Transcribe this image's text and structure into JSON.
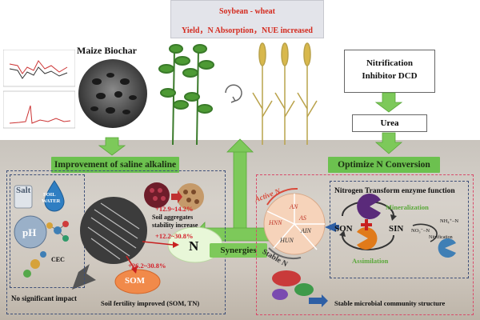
{
  "header": {
    "crop_system": "Soybean - wheat",
    "outcomes": "Yield，N Absorption，NUE increased"
  },
  "biochar": {
    "title": "Maize Biochar"
  },
  "inhibitor": {
    "title_line1": "Nitrification",
    "title_line2": "Inhibitor DCD"
  },
  "urea": {
    "label": "Urea"
  },
  "left_panel": {
    "banner": "Improvement of saline alkaline",
    "salt": "Salt",
    "soil_water_line1": "SOIL",
    "soil_water_line2": "WATER",
    "ph": "pH",
    "cec": "CEC",
    "no_impact": "No significant impact",
    "aggregates_line1": "Soil aggregates",
    "aggregates_line2": "stability increase",
    "aggregates_pct": "+12.9~14.2%",
    "n_pct": "+12.2~30.8%",
    "n_label": "N",
    "som_pct": "+26.2~30.8%",
    "som_label": "SOM",
    "fertility": "Soil fertility improved (SOM, TN)"
  },
  "center": {
    "synergies": "Synergies"
  },
  "right_panel": {
    "banner": "Optimize N Conversion",
    "enzyme_title": "Nitrogen Transform enzyme function",
    "active_n": "Active N",
    "stable_n": "Stable N",
    "pie_labels": [
      "AN",
      "AS",
      "HNN",
      "AIN",
      "HUN"
    ],
    "son": "SON",
    "sin": "SIN",
    "mineralization": "Mineralization",
    "assimilation": "Assimilation",
    "nh4": "NH₄⁺–N",
    "no3": "NO₃⁻–N",
    "nitrification": "Nitrification",
    "microbial": "Stable microbial community structure"
  },
  "colors": {
    "banner_green": "#6cc14f",
    "arrow_green": "#7dc95a",
    "title_red": "#d42a1e",
    "left_border": "#3d4f78",
    "right_border": "#d94a6a",
    "pie_fill": "#f6d3ba"
  }
}
